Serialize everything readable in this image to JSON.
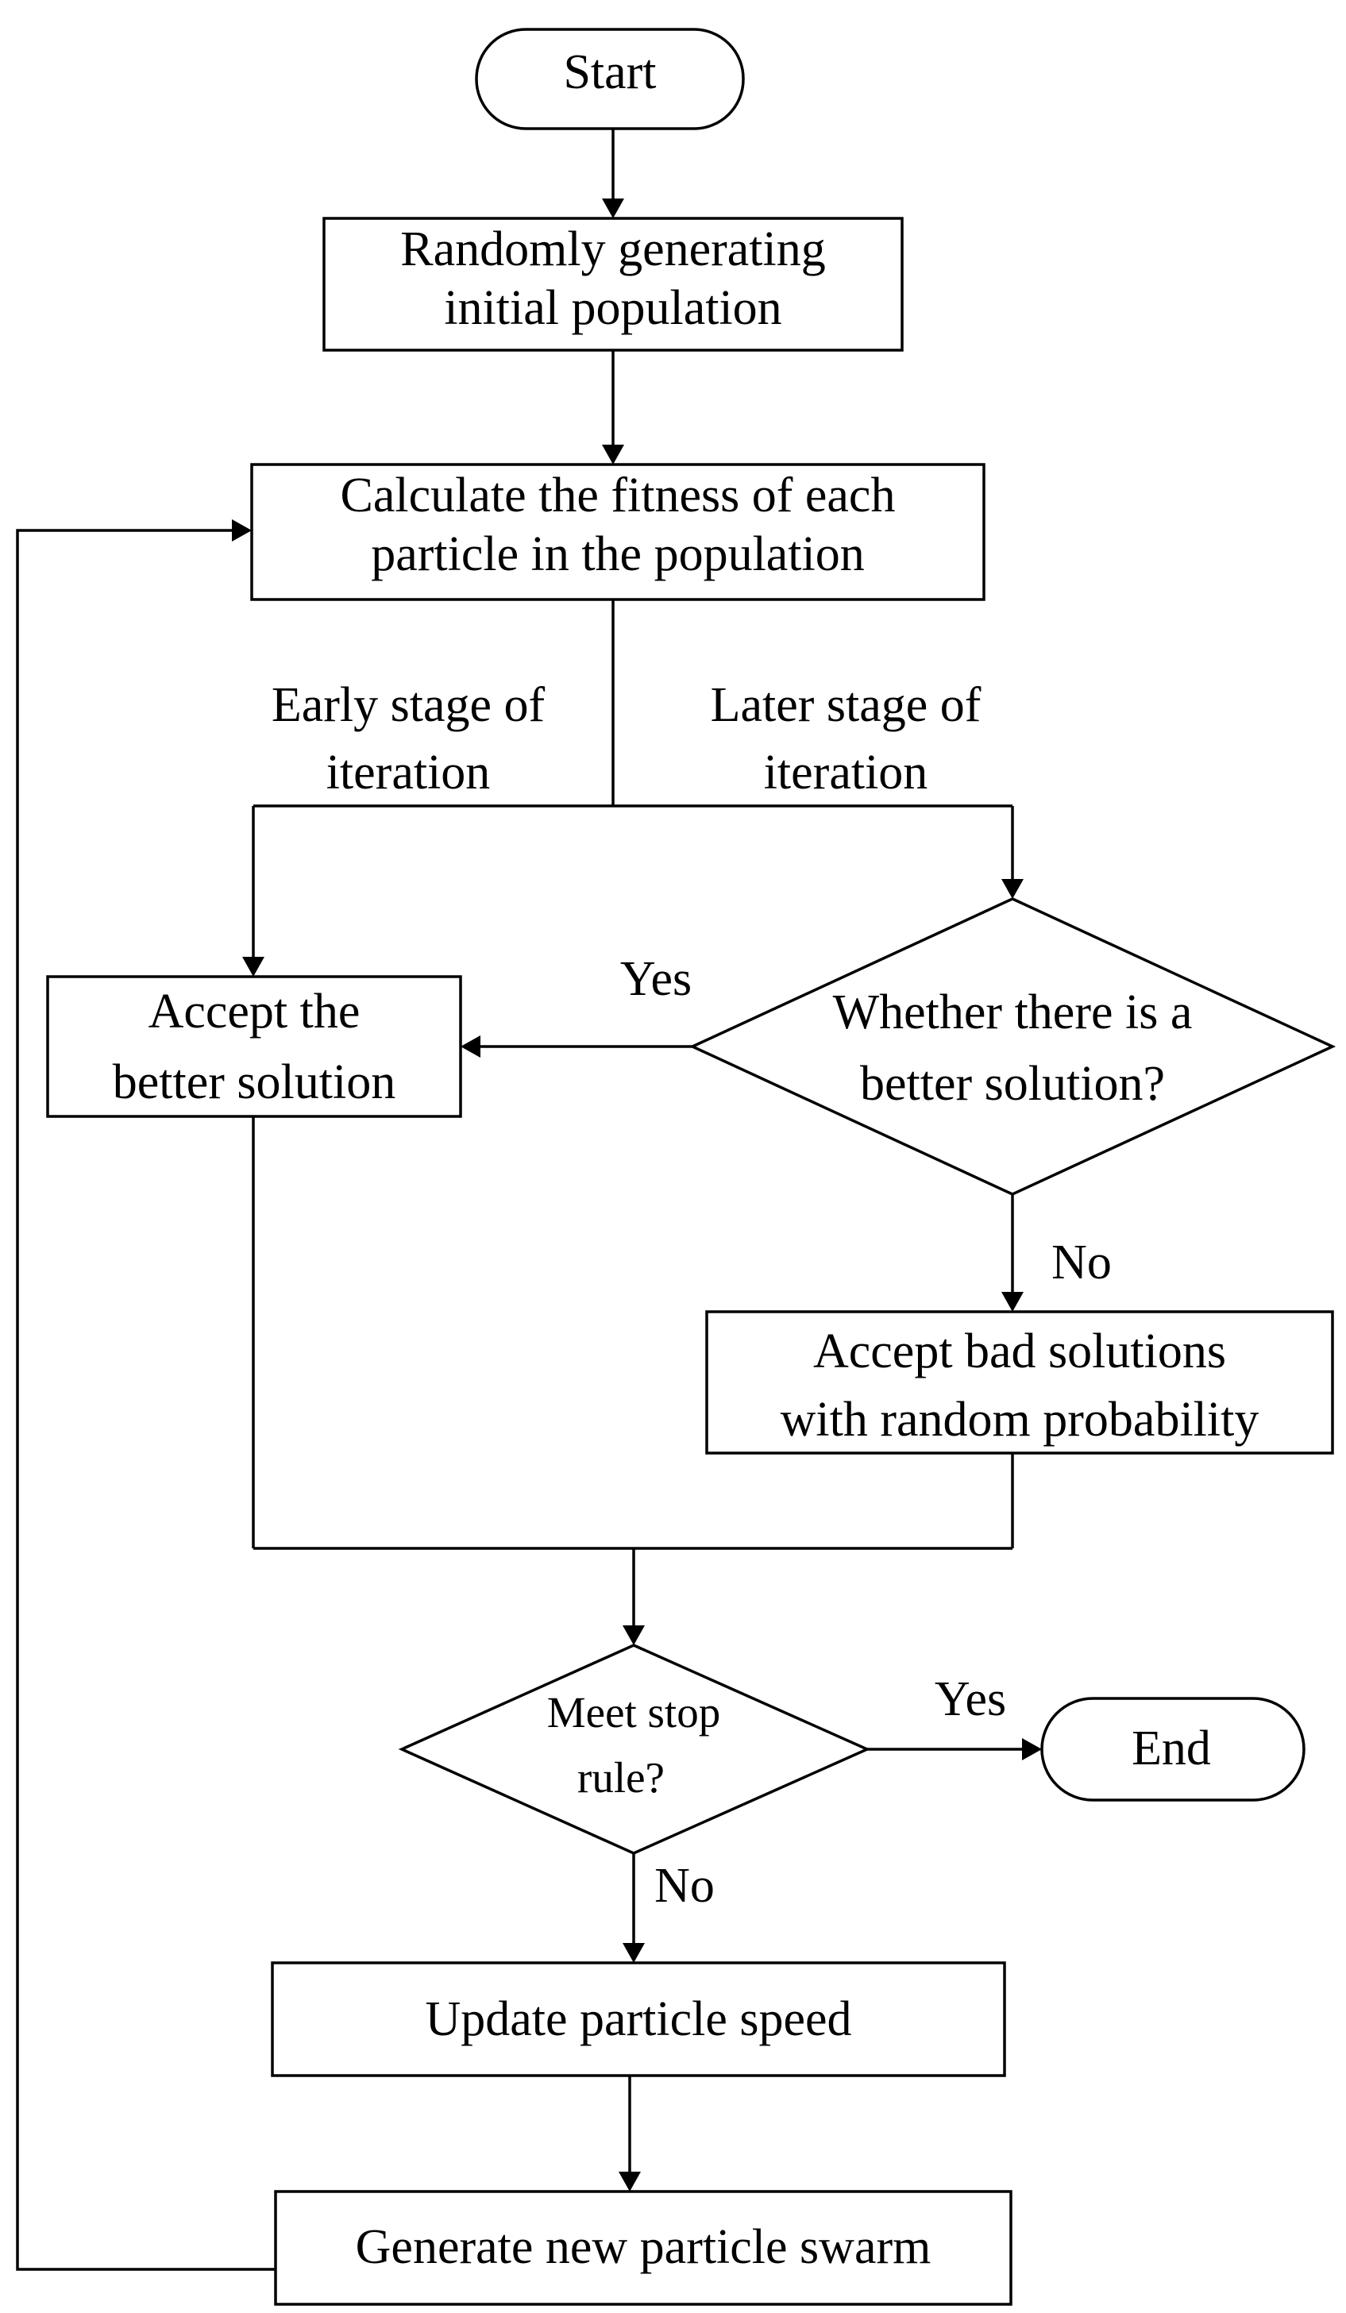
{
  "nodes": {
    "start": "Start",
    "init_line1": "Randomly generating",
    "init_line2": "initial population",
    "fitness_line1": "Calculate the fitness of each",
    "fitness_line2": "particle in the population",
    "accept_better_line1": "Accept the",
    "accept_better_line2": "better solution",
    "decision_better_line1": "Whether there is a",
    "decision_better_line2": "better solution?",
    "accept_bad_line1": "Accept bad solutions",
    "accept_bad_line2": "with random probability",
    "stop_line1": "Meet stop",
    "stop_line2": "rule?",
    "end": "End",
    "update_speed": "Update particle speed",
    "generate_swarm": "Generate new particle swarm"
  },
  "labels": {
    "early_line1": "Early stage of",
    "early_line2": "iteration",
    "later_line1": "Later stage of",
    "later_line2": "iteration",
    "yes_better": "Yes",
    "no_better": "No",
    "yes_stop": "Yes",
    "no_stop": "No"
  }
}
